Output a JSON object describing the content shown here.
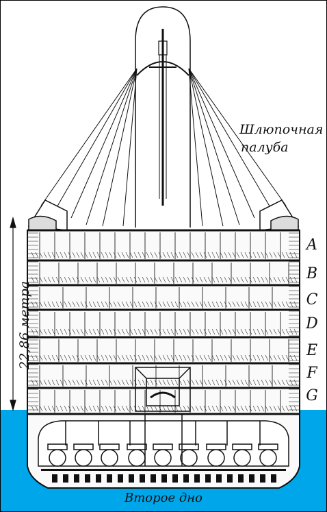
{
  "diagram": {
    "boat_deck_label_line1": "Шлюпочная",
    "boat_deck_label_line2": "палуба",
    "height_label": "22,86 метра",
    "bottom_label": "Второе дно",
    "decks": [
      "A",
      "B",
      "C",
      "D",
      "E",
      "F",
      "G"
    ]
  },
  "colors": {
    "sea": "#00a6ea",
    "hull_outline": "#111111",
    "background": "#ffffff",
    "text": "#111111"
  }
}
